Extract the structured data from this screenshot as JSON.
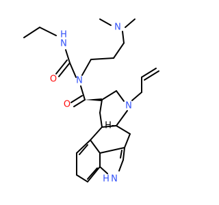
{
  "colors": {
    "background": "#ffffff",
    "bond": "#000000",
    "nitrogen": "#3050F8",
    "oxygen": "#FF0D0D"
  },
  "atoms": {
    "n_dimethylamino": "N",
    "nh_urea": "N",
    "h_urea": "H",
    "o_urea": "O",
    "n_amide": "N",
    "o_amide": "O",
    "n_ring": "N",
    "h_stereo": "H",
    "n_indole": "N",
    "h_indole": "H"
  }
}
